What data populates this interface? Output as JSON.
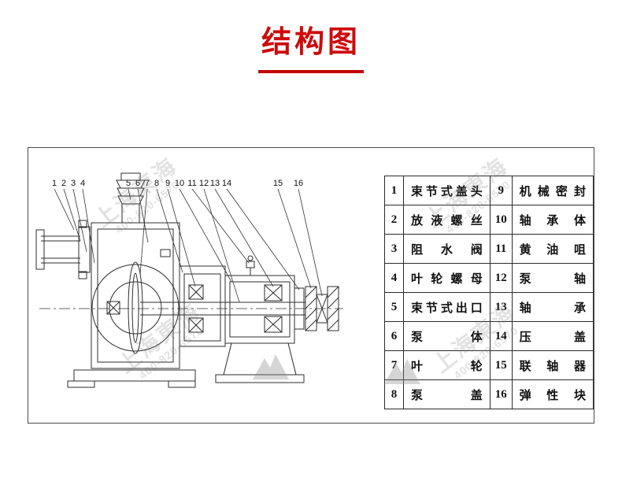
{
  "title": "结构图",
  "accent_color": "#c40000",
  "watermark": {
    "name": "上海東海",
    "phone": "400-820-6570"
  },
  "drawing": {
    "callouts": [
      "1",
      "2",
      "3",
      "4",
      "5",
      "6",
      "7",
      "8",
      "9",
      "10",
      "11",
      "12",
      "13",
      "14",
      "15",
      "16"
    ]
  },
  "parts_table": {
    "rows": [
      {
        "no_l": "1",
        "name_l": "束节式盖头",
        "no_r": "9",
        "name_r": "机械密封"
      },
      {
        "no_l": "2",
        "name_l": "放液螺丝",
        "no_r": "10",
        "name_r": "轴承体"
      },
      {
        "no_l": "3",
        "name_l": "阻水阀",
        "no_r": "11",
        "name_r": "黄油咀"
      },
      {
        "no_l": "4",
        "name_l": "叶轮螺母",
        "no_r": "12",
        "name_r": "泵轴"
      },
      {
        "no_l": "5",
        "name_l": "束节式出口",
        "no_r": "13",
        "name_r": "轴承"
      },
      {
        "no_l": "6",
        "name_l": "泵体",
        "no_r": "14",
        "name_r": "压盖"
      },
      {
        "no_l": "7",
        "name_l": "叶轮",
        "no_r": "15",
        "name_r": "联轴器"
      },
      {
        "no_l": "8",
        "name_l": "泵盖",
        "no_r": "16",
        "name_r": "弹性块"
      }
    ]
  }
}
